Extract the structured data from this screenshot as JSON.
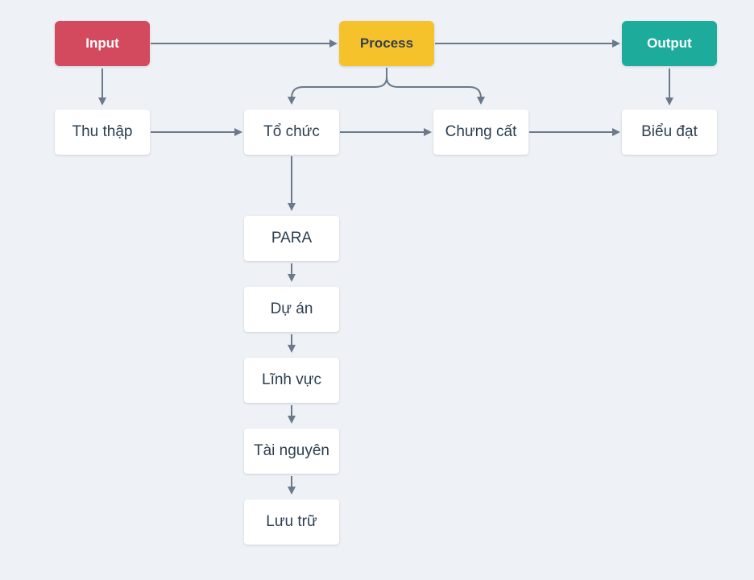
{
  "canvas": {
    "background": "#eef1f5"
  },
  "connector_color": "#6b7a8a",
  "nodes": {
    "input": {
      "label": "Input",
      "color": "#d3495e",
      "text_color": "#ffffff"
    },
    "process": {
      "label": "Process",
      "color": "#f6c22b",
      "text_color": "#333f4d"
    },
    "output": {
      "label": "Output",
      "color": "#1dab9b",
      "text_color": "#ffffff"
    },
    "thu_thap": {
      "label": "Thu thập"
    },
    "to_chuc": {
      "label": "Tổ chức"
    },
    "chung_cat": {
      "label": "Chưng cất"
    },
    "bieu_dat": {
      "label": "Biểu đạt"
    },
    "para": {
      "label": "PARA"
    },
    "du_an": {
      "label": "Dự án"
    },
    "linh_vuc": {
      "label": "Lĩnh vực"
    },
    "tai_nguyen": {
      "label": "Tài nguyên"
    },
    "luu_tru": {
      "label": "Lưu trữ"
    }
  }
}
